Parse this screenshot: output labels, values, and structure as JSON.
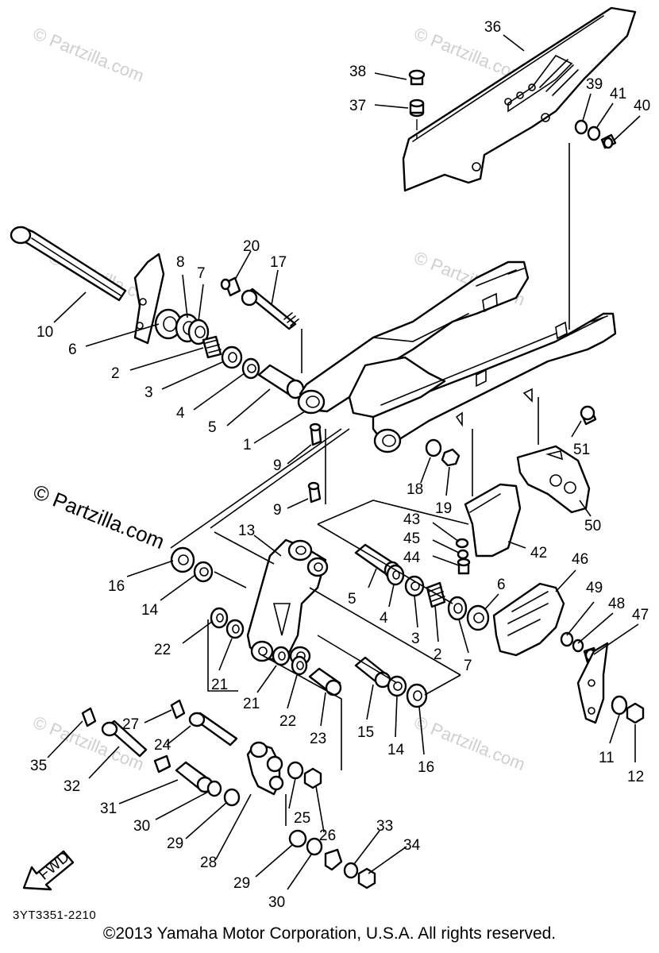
{
  "diagram": {
    "callouts": [
      "1",
      "2",
      "3",
      "4",
      "5",
      "6",
      "7",
      "8",
      "9",
      "10",
      "11",
      "12",
      "13",
      "14",
      "15",
      "16",
      "17",
      "18",
      "19",
      "20",
      "21",
      "22",
      "23",
      "24",
      "25",
      "26",
      "27",
      "28",
      "29",
      "30",
      "31",
      "32",
      "33",
      "34",
      "35",
      "36",
      "37",
      "38",
      "39",
      "40",
      "41",
      "42",
      "43",
      "44",
      "45",
      "46",
      "47",
      "48",
      "49",
      "50",
      "51"
    ],
    "fwd_label": "FWD",
    "diagram_code": "3YT3351-2210",
    "watermark": "© Partzilla.com",
    "watermark_prominent": "© Partzilla.com",
    "copyright": "©2013 Yamaha Motor Corporation, U.S.A. All rights reserved."
  }
}
